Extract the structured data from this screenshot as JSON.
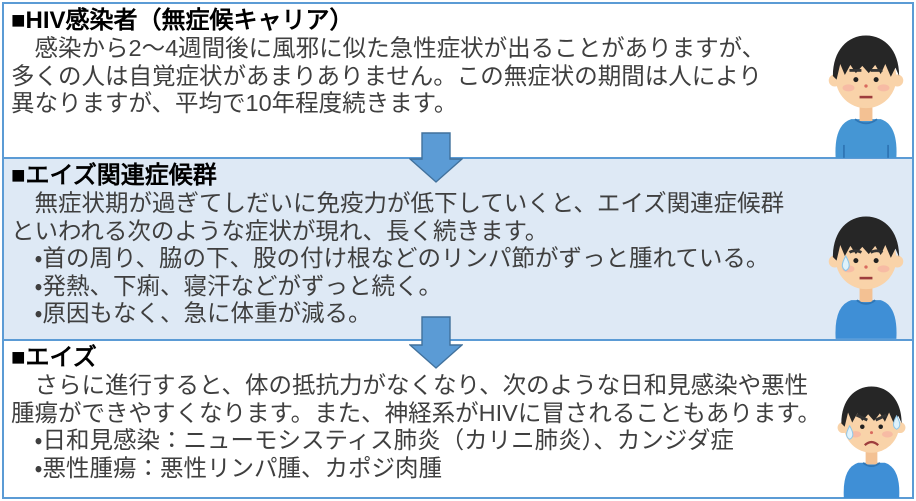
{
  "colors": {
    "accent_blue": "#5B9BD5",
    "arrow_fill": "#5B9BD5",
    "arrow_border": "#41719C",
    "section2_bg": "#DEE9F5",
    "heading_color": "#000000",
    "body_color": "#3F3F3F",
    "shirt_blue": "#3F8FD6"
  },
  "arrows": [
    {
      "icon": "down-arrow-icon"
    },
    {
      "icon": "down-arrow-icon"
    }
  ],
  "sections": [
    {
      "id": "hiv-carrier",
      "heading": "■HIV感染者（無症候キャリア）",
      "lines": [
        "　感染から2～4週間後に風邪に似た急性症状が出ることがありますが、",
        "多くの人は自覚症状があまりありません。この無症状の期間は人により",
        "異なりますが、平均で10年程度続きます。"
      ],
      "illustration": "boy-neutral-face"
    },
    {
      "id": "aids-related-complex",
      "heading": "■エイズ関連症候群",
      "lines": [
        "　無症状期が過ぎてしだいに免疫力が低下していくと、エイズ関連症候群",
        "といわれる次のような症状が現れ、長く続きます。",
        "　・首の周り、脇の下、股の付け根などのリンパ節がずっと腫れている。",
        "　・発熱、下痢、寝汗などがずっと続く。",
        "　・原因もなく、急に体重が減る。"
      ],
      "illustration": "boy-sweat-face"
    },
    {
      "id": "aids",
      "heading": "■エイズ",
      "lines": [
        "　さらに進行すると、体の抵抗力がなくなり、次のような日和見感染や悪性",
        "腫瘍ができやすくなります。また、神経系がHIVに冒されることもあります。",
        "　・日和見感染：ニューモシスティス肺炎（カリニ肺炎）、カンジダ症",
        "　・悪性腫瘍：悪性リンパ腫、カポジ肉腫"
      ],
      "illustration": "boy-distressed-face"
    }
  ]
}
